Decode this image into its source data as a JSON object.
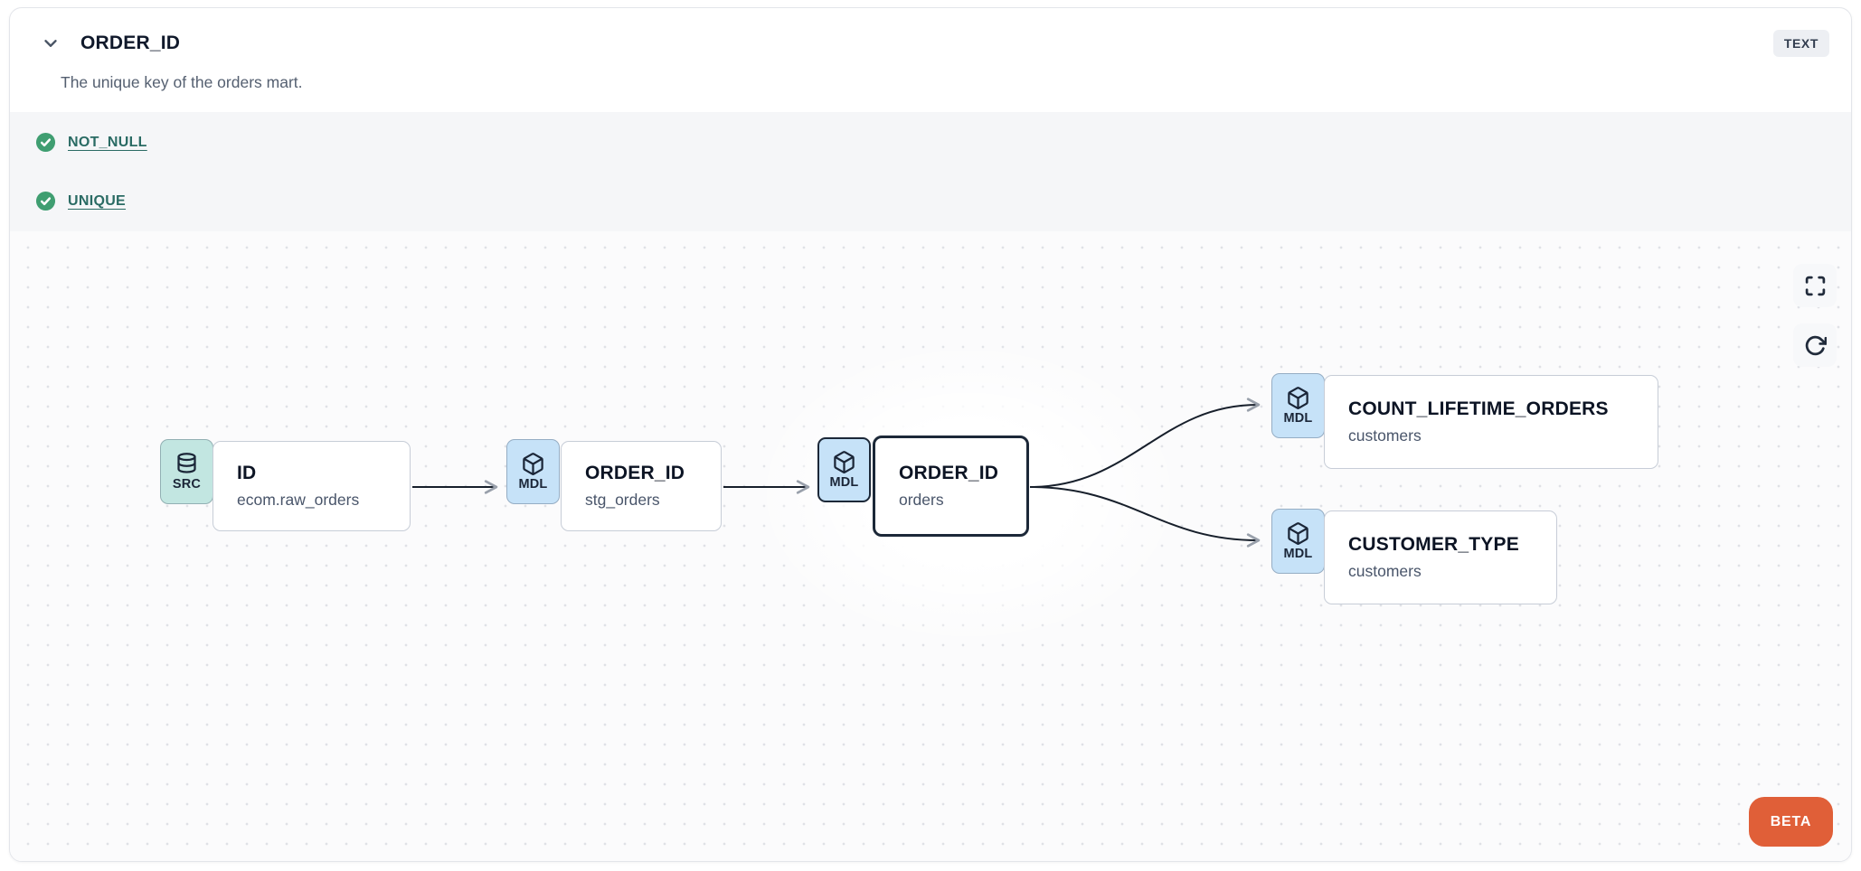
{
  "header": {
    "title": "ORDER_ID",
    "description": "The unique key of the orders mart.",
    "type_badge": "TEXT",
    "collapse_icon": "chevron-down-icon"
  },
  "tests": {
    "items": [
      {
        "label": "NOT_NULL",
        "status": "passed",
        "icon": "check-circle-icon"
      },
      {
        "label": "UNIQUE",
        "status": "passed",
        "icon": "check-circle-icon"
      }
    ]
  },
  "lineage": {
    "nodes": [
      {
        "badge": "SRC",
        "icon": "database-icon",
        "title": "ID",
        "subtitle": "ecom.raw_orders",
        "selected": false
      },
      {
        "badge": "MDL",
        "icon": "cube-icon",
        "title": "ORDER_ID",
        "subtitle": "stg_orders",
        "selected": false
      },
      {
        "badge": "MDL",
        "icon": "cube-icon",
        "title": "ORDER_ID",
        "subtitle": "orders",
        "selected": true
      },
      {
        "badge": "MDL",
        "icon": "cube-icon",
        "title": "COUNT_LIFETIME_ORDERS",
        "subtitle": "customers",
        "selected": false
      },
      {
        "badge": "MDL",
        "icon": "cube-icon",
        "title": "CUSTOMER_TYPE",
        "subtitle": "customers",
        "selected": false
      }
    ],
    "edges": [
      {
        "from": 0,
        "to": 1
      },
      {
        "from": 1,
        "to": 2
      },
      {
        "from": 2,
        "to": 3
      },
      {
        "from": 2,
        "to": 4
      }
    ],
    "controls": {
      "fullscreen": "fullscreen-icon",
      "refresh": "refresh-icon"
    },
    "beta_label": "BETA"
  },
  "colors": {
    "link_teal": "#2a6b64",
    "check_green": "#3f9e71",
    "src_badge": "#c2e6e1",
    "mdl_badge": "#c6e2f8",
    "selected_border": "#1c2838",
    "beta_orange": "#e05f38",
    "edge": "#171f2b"
  }
}
